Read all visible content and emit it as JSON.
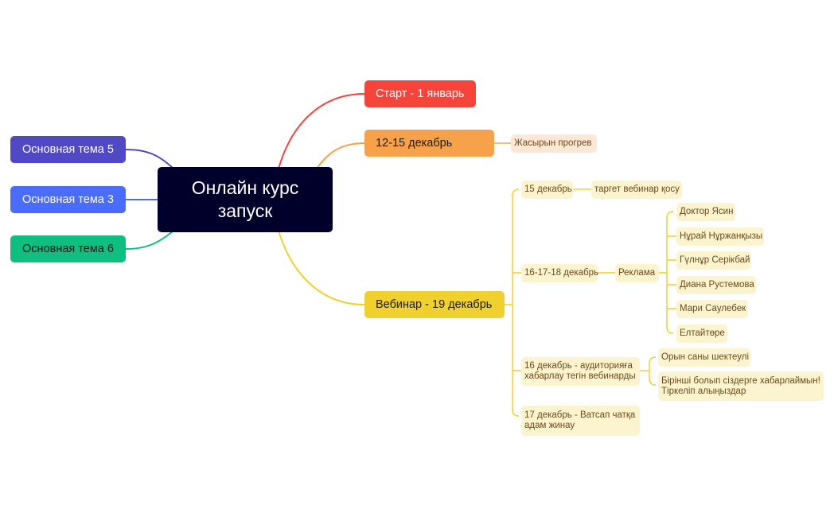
{
  "root": {
    "line1": "Онлайн курс",
    "line2": "запуск"
  },
  "left_topics": [
    {
      "label": "Основная тема 5",
      "color": "#5048c4"
    },
    {
      "label": "Основная тема 3",
      "color": "#4b6cf8"
    },
    {
      "label": "Основная тема 6",
      "color": "#0fbf7f"
    }
  ],
  "right_topics": {
    "start": {
      "label": "Старт - 1 январь",
      "color": "#f6443b"
    },
    "dec12": {
      "label": "12-15 декабрь",
      "color": "#f7a24b",
      "child": "Жасырын прогрев"
    },
    "webinar": {
      "label": "Вебинар - 19 декабрь",
      "color": "#f0d02c"
    }
  },
  "webinar_branch": {
    "d15": {
      "label": "15 декабрь",
      "child": "таргет вебинар қосу"
    },
    "d161718": {
      "label": "16-17-18 декабрь",
      "reklama": "Реклама",
      "people": [
        "Доктор Ясин",
        "Нұрай Нұржанқызы",
        "Гүлнұр Серікбай",
        "Диана Рустемова",
        "Мари Саулебек",
        "Елтайтөре"
      ]
    },
    "d16": {
      "label": "16 декабрь - аудиторияға хабарлау тегін вебинарды",
      "children": [
        "Орын саны шектеулі",
        "Бірінші болып сіздерге хабарлаймын! Тіркеліп алыңыздар"
      ]
    },
    "d17": {
      "label": "17 декабрь - Ватсап чатқа адам жинау"
    }
  }
}
